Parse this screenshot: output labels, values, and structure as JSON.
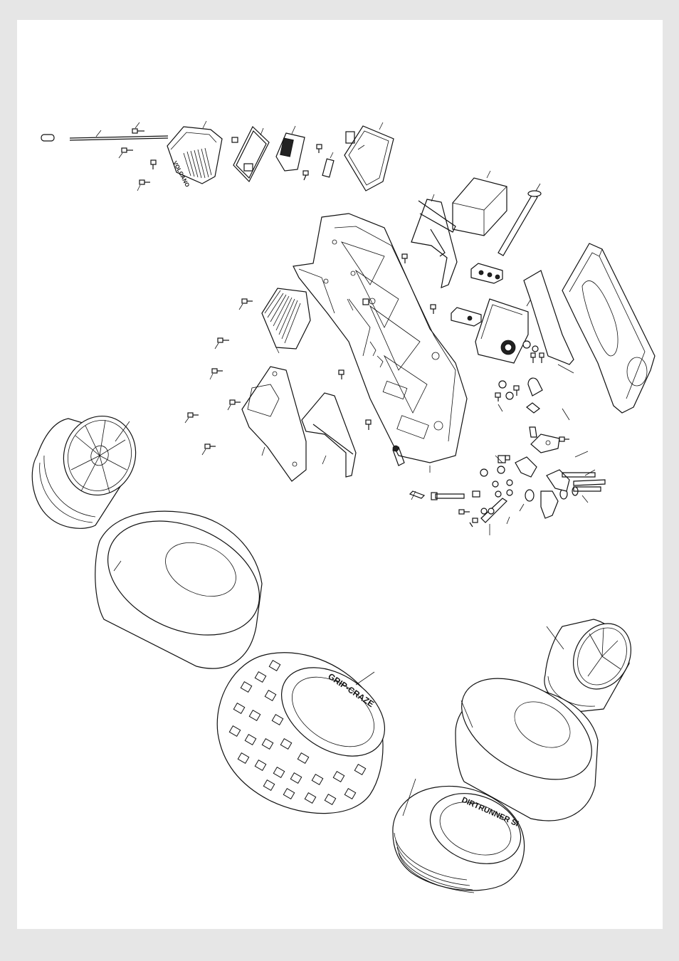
{
  "diagram": {
    "brand_marks": {
      "motor_cover": "VOLCANO",
      "tire_large": "GRIP-CRAZE",
      "tire_small": "DIRTRUNNER SI"
    },
    "colors": {
      "background": "#e6e6e6",
      "sheet": "#ffffff",
      "ink": "#111111"
    }
  }
}
